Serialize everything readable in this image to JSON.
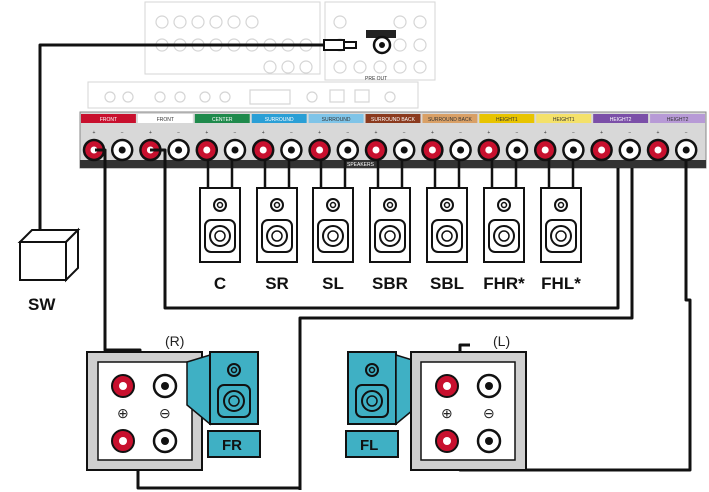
{
  "receiver": {
    "preout_label": "PRE OUT",
    "speakers_label": "SPEAKERS",
    "terminal_labels": [
      {
        "text": "FRONT",
        "color": "#c8102e"
      },
      {
        "text": "FRONT",
        "color": "#ffffff"
      },
      {
        "text": "CENTER",
        "color": "#1f8a4c"
      },
      {
        "text": "SURROUND",
        "color": "#2a9fd6"
      },
      {
        "text": "SURROUND",
        "color": "#7fc4e8"
      },
      {
        "text": "SURROUND BACK",
        "color": "#8b3a1e"
      },
      {
        "text": "SURROUND BACK",
        "color": "#d9a066"
      },
      {
        "text": "HEIGHT1",
        "color": "#e8c400"
      },
      {
        "text": "HEIGHT1",
        "color": "#f4e16a"
      },
      {
        "text": "HEIGHT2",
        "color": "#7b4fa8"
      },
      {
        "text": "HEIGHT2",
        "color": "#b79ad6"
      }
    ]
  },
  "speakers": [
    {
      "label": "C"
    },
    {
      "label": "SR"
    },
    {
      "label": "SL"
    },
    {
      "label": "SBR"
    },
    {
      "label": "SBL"
    },
    {
      "label": "FHR*"
    },
    {
      "label": "FHL*"
    }
  ],
  "subwoofer": {
    "label": "SW"
  },
  "front_right": {
    "side": "(R)",
    "label": "FR",
    "plus": "⊕",
    "minus": "⊖"
  },
  "front_left": {
    "side": "(L)",
    "label": "FL",
    "plus": "⊕",
    "minus": "⊖"
  },
  "colors": {
    "teal": "#3fb0c4",
    "red_terminal": "#c8102e",
    "panel": "#cfcfcf",
    "cable": "#111111"
  }
}
